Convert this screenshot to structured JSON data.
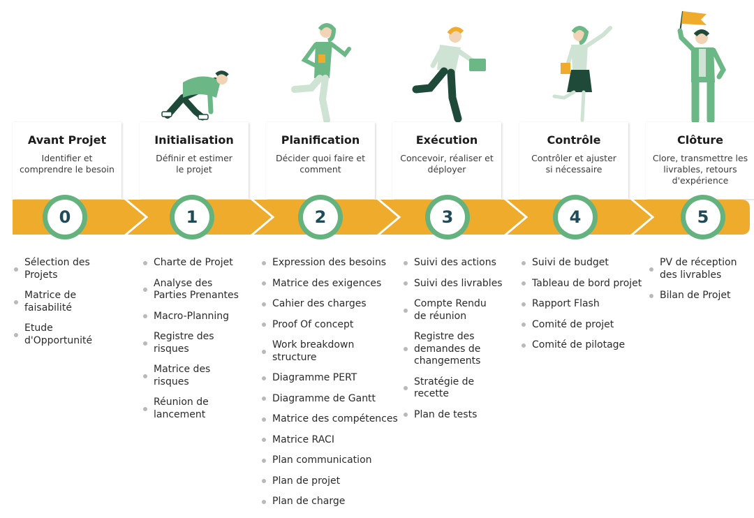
{
  "colors": {
    "band": "#efab2b",
    "badge_ring": "#64b27e",
    "badge_text": "#1f4a57",
    "figure_green": "#6bb886",
    "figure_dark": "#1f4a3a",
    "flag": "#efab2b"
  },
  "phases": [
    {
      "title": "Avant Projet",
      "desc_lines": [
        "Identifier et",
        "comprendre le besoin"
      ],
      "number": "0",
      "items": [
        "Sélection des Projets",
        "Matrice de faisabilité",
        "Etude d'Opportunité"
      ]
    },
    {
      "title": "Initialisation",
      "desc_lines": [
        "Définir et estimer",
        "le projet"
      ],
      "number": "1",
      "items": [
        "Charte de Projet",
        "Analyse des Parties Prenantes",
        "Macro-Planning",
        "Registre des risques",
        "Matrice des risques",
        "Réunion de lancement"
      ]
    },
    {
      "title": "Planification",
      "desc_lines": [
        "Décider quoi faire et",
        "comment"
      ],
      "number": "2",
      "items": [
        "Expression des besoins",
        "Matrice des exigences",
        "Cahier des charges",
        "Proof Of concept",
        "Work breakdown structure",
        "Diagramme PERT",
        "Diagramme de Gantt",
        "Matrice des compétences",
        "Matrice RACI",
        "Plan communication",
        "Plan de projet",
        "Plan de charge"
      ]
    },
    {
      "title": "Exécution",
      "desc_lines": [
        "Concevoir, réaliser et",
        "déployer"
      ],
      "number": "3",
      "items": [
        "Suivi des actions",
        "Suivi des livrables",
        "Compte Rendu de réunion",
        "Registre des demandes de changements",
        "Stratégie de recette",
        "Plan de tests"
      ]
    },
    {
      "title": "Contrôle",
      "desc_lines": [
        "Contrôler et ajuster",
        "si nécessaire"
      ],
      "number": "4",
      "items": [
        "Suivi de budget",
        "Tableau de bord projet",
        "Rapport Flash",
        "Comité de projet",
        "Comité de pilotage"
      ]
    },
    {
      "title": "Clôture",
      "desc_lines": [
        "Clore, transmettre les",
        "livrables, retours",
        "d'expérience"
      ],
      "number": "5",
      "items": [
        "PV de réception des livrables",
        "Bilan de Projet"
      ]
    }
  ]
}
